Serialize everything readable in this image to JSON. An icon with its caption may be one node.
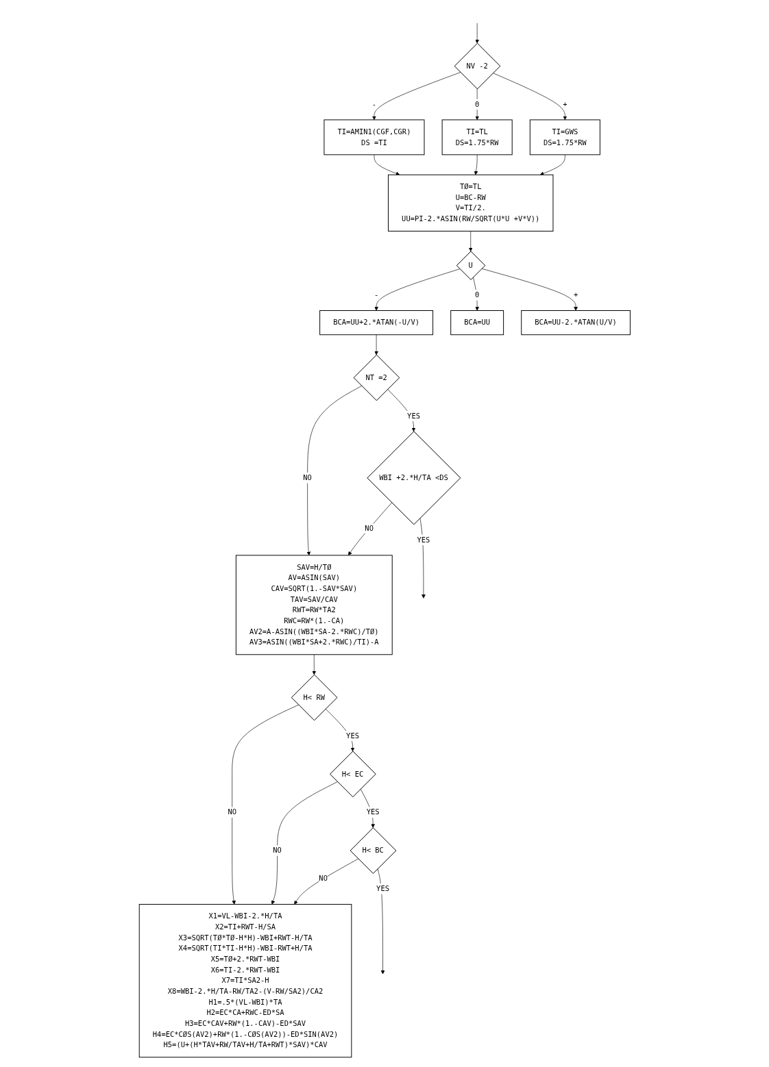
{
  "diagram": {
    "nodes": [
      {
        "text": [
          "NV -2"
        ]
      },
      {
        "text": [
          "TI=AMIN1(CGF,CGR)",
          "DS =TI"
        ]
      },
      {
        "text": [
          "TI=TL",
          "DS=1.75*RW"
        ]
      },
      {
        "text": [
          "TI=GWS",
          "DS=1.75*RW"
        ]
      },
      {
        "text": [
          "TØ=TL",
          "U=BC-RW",
          "V=TI/2.",
          "UU=PI-2.*ASIN(RW/SQRT(U*U +V*V))"
        ]
      },
      {
        "text": [
          "U"
        ]
      },
      {
        "text": [
          "BCA=UU+2.*ATAN(-U/V)"
        ]
      },
      {
        "text": [
          "BCA=UU"
        ]
      },
      {
        "text": [
          "BCA=UU-2.*ATAN(U/V)"
        ]
      },
      {
        "text": [
          "NT =2"
        ]
      },
      {
        "text": [
          "WBI +2.*H/TA <DS"
        ]
      },
      {
        "text": [
          "SAV=H/TØ",
          "AV=ASIN(SAV)",
          "CAV=SQRT(1.-SAV*SAV)",
          "TAV=SAV/CAV",
          "RWT=RW*TA2",
          "RWC=RW*(1.-CA)",
          "AV2=A-ASIN((WBI*SA-2.*RWC)/TØ)",
          "AV3=ASIN((WBI*SA+2.*RWC)/TI)-A"
        ]
      },
      {
        "text": [
          "H< RW"
        ]
      },
      {
        "text": [
          "H< EC"
        ]
      },
      {
        "text": [
          "H< BC"
        ]
      },
      {
        "text": [
          "X1=VL-WBI-2.*H/TA",
          "X2=TI+RWT-H/SA",
          "X3=SQRT(TØ*TØ-H*H)-WBI+RWT-H/TA",
          "X4=SQRT(TI*TI-H*H)-WBI-RWT+H/TA",
          "X5=TØ+2.*RWT-WBI",
          "X6=TI-2.*RWT-WBI",
          "X7=TI*SA2-H",
          "X8=WBI-2.*H/TA-RW/TA2-(V-RW/SA2)/CA2",
          "H1=.5*(VL-WBI)*TA",
          "H2=EC*CA+RWC-ED*SA",
          "H3=EC*CAV+RW*(1.-CAV)-ED*SAV",
          "H4=EC*CØS(AV2)+RW*(1.-CØS(AV2))-ED*SIN(AV2)",
          "H5=(U+(H*TAV+RW/TAV+H/TA+RWT)*SAV)*CAV"
        ]
      }
    ],
    "edges": [
      {
        "from": null,
        "to": 0,
        "arrow": "to"
      },
      {
        "from": 0,
        "to": 1,
        "arrow": "to",
        "label": "-"
      },
      {
        "from": 0,
        "to": 2,
        "arrow": "to",
        "label": "0"
      },
      {
        "from": 0,
        "to": 3,
        "arrow": "to",
        "label": "+"
      },
      {
        "from": 1,
        "to": 4,
        "arrow": "to"
      },
      {
        "from": 2,
        "to": 4,
        "arrow": "to"
      },
      {
        "from": 3,
        "to": 4,
        "arrow": "to"
      },
      {
        "from": 4,
        "to": 5,
        "arrow": "to"
      },
      {
        "from": 5,
        "to": 6,
        "arrow": "to",
        "label": "-"
      },
      {
        "from": 5,
        "to": 7,
        "arrow": "to",
        "label": "0"
      },
      {
        "from": 5,
        "to": 8,
        "arrow": "to",
        "label": "+"
      },
      {
        "from": 6,
        "to": 9,
        "arrow": "to"
      },
      {
        "from": 9,
        "to": 10,
        "arrow": "to",
        "label": "YES"
      },
      {
        "from": 9,
        "to": 11,
        "arrow": "to",
        "label": "NO"
      },
      {
        "from": 10,
        "to": 11,
        "arrow": "to",
        "label": "NO"
      },
      {
        "from": 10,
        "to": null,
        "arrow": "to",
        "label": "YES"
      },
      {
        "from": 11,
        "to": 12,
        "arrow": "to"
      },
      {
        "from": 12,
        "to": 13,
        "arrow": "to",
        "label": "YES"
      },
      {
        "from": 12,
        "to": 15,
        "arrow": "to",
        "label": "NO"
      },
      {
        "from": 13,
        "to": 15,
        "arrow": "to",
        "label": "NO"
      },
      {
        "from": 13,
        "to": 14,
        "arrow": "to",
        "label": "YES"
      },
      {
        "from": 14,
        "to": null,
        "arrow": "to",
        "label": "YES"
      },
      {
        "from": 14,
        "to": 15,
        "arrow": "to",
        "label": "NO"
      }
    ]
  }
}
